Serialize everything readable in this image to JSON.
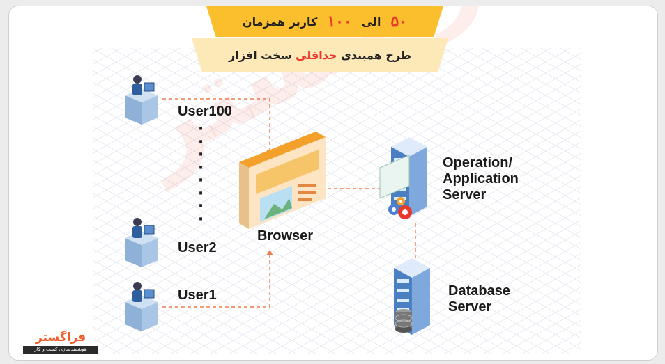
{
  "header": {
    "users_from": "۵۰",
    "between_word": "الی",
    "users_to": "۱۰۰",
    "users_suffix": "کاربر همزمان",
    "plan_prefix": "طرح همبندی",
    "plan_highlight": "حداقلی",
    "plan_suffix": "سخت افزار"
  },
  "labels": {
    "user100": "User100",
    "user2": "User2",
    "user1": "User1",
    "browser": "Browser",
    "app_server_line1": "Operation/",
    "app_server_line2": "Application",
    "app_server_line3": "Server",
    "db_server_line1": "Database",
    "db_server_line2": "Server"
  },
  "ellipsis_dots": "·",
  "watermark": "فراگستر",
  "logo": {
    "title": "فراگستر",
    "tagline": "هوشمندسازی کسب و کار"
  },
  "colors": {
    "accent_yellow": "#fbbf2e",
    "accent_cream": "#fde8b8",
    "accent_red": "#e8392c",
    "connector_orange": "#ef7b4d",
    "server_blue": "#4a7fc1"
  },
  "icons": [
    "user-workstation-icon",
    "browser-window-icon",
    "server-rack-icon",
    "gear-icon",
    "database-icon"
  ]
}
